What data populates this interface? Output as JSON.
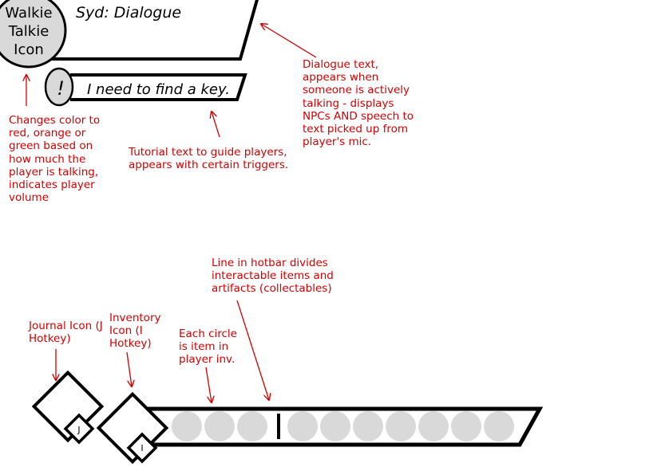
{
  "colors": {
    "line": "#000000",
    "annotation": "#d40000",
    "slot_fill": "#d9d9d9",
    "walkie_fill": "#d9d9d9"
  },
  "hud": {
    "walkie_icon_label": "Walkie\nTalkie\nIcon",
    "dialogue_text": "Syd: Dialogue",
    "tutorial_icon_glyph": "!",
    "tutorial_text": "I need to find a key.",
    "journal_hotkey": "J",
    "inventory_hotkey": "I",
    "hotbar": {
      "interactable_slots": 3,
      "artifact_slots": 7
    }
  },
  "annotations": {
    "volume": "Changes color to red, orange or green based on how much the player is talking, indicates player volume",
    "tutorial": "Tutorial text to guide players, appears with certain triggers.",
    "dialogue": "Dialogue text, appears when someone is actively talking - displays NPCs AND speech to text picked up from player's mic.",
    "hotbar_divider": "Line in hotbar divides interactable items and artifacts (collectables)",
    "journal": "Journal Icon (J Hotkey)",
    "inventory": "Inventory Icon (I Hotkey)",
    "slot": "Each circle is item in player inv."
  }
}
